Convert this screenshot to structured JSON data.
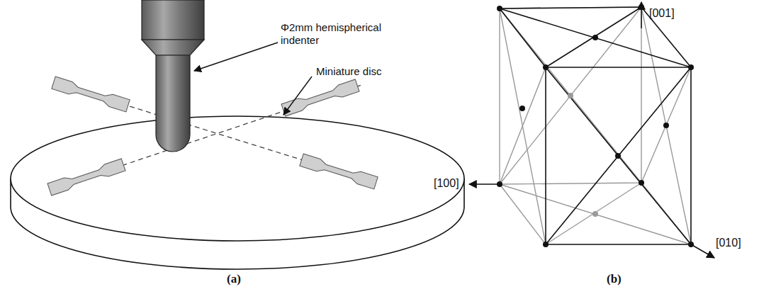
{
  "diagram": {
    "labels": [
      "Φ2mm hemispherical indenter",
      "Miniature disc",
      "(a)",
      "[001]",
      "[100]",
      "[010]",
      "(b)"
    ]
  }
}
